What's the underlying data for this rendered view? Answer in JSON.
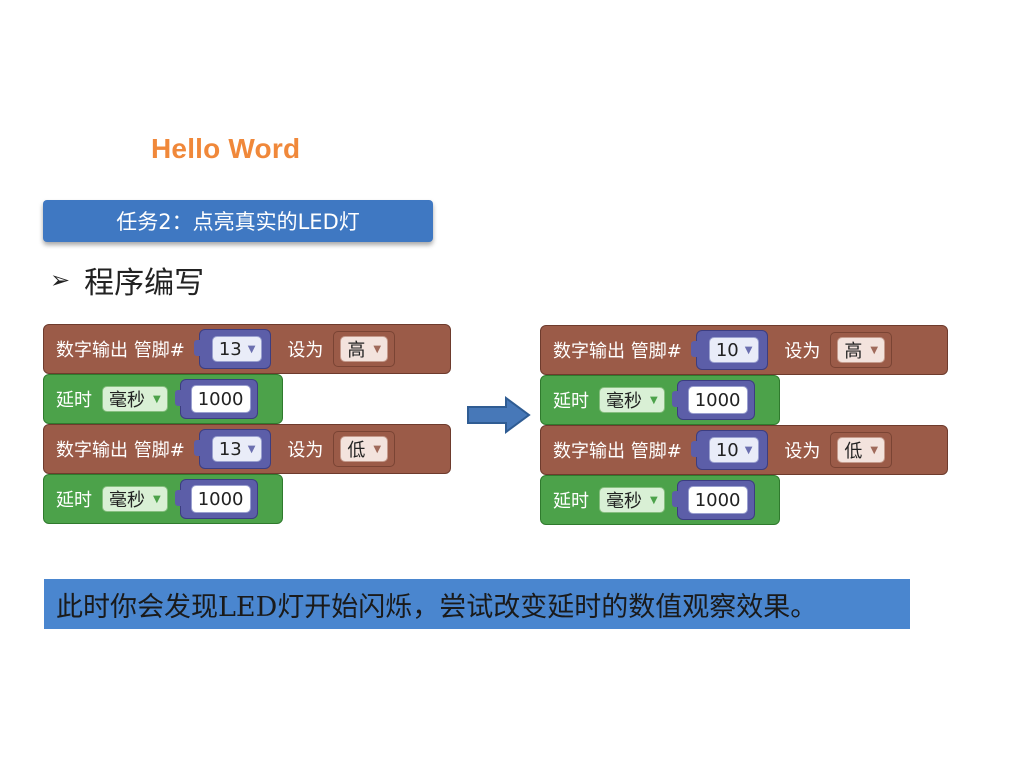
{
  "title": "Hello Word",
  "task_banner": "任务2：点亮真实的LED灯",
  "bullet": {
    "marker": "➢",
    "text": "程序编写"
  },
  "labels": {
    "digital_output": "数字输出 管脚#",
    "set_to": "设为",
    "delay": "延时",
    "unit": "毫秒"
  },
  "left_program": {
    "out1": {
      "pin": "13",
      "level": "高"
    },
    "delay1": {
      "ms": "1000"
    },
    "out2": {
      "pin": "13",
      "level": "低"
    },
    "delay2": {
      "ms": "1000"
    }
  },
  "right_program": {
    "out1": {
      "pin": "10",
      "level": "高"
    },
    "delay1": {
      "ms": "1000"
    },
    "out2": {
      "pin": "10",
      "level": "低"
    },
    "delay2": {
      "ms": "1000"
    }
  },
  "note": "此时你会发现LED灯开始闪烁，尝试改变延时的数值观察效果。",
  "colors": {
    "title": "#f0883a",
    "banner": "#3f78c2",
    "output_block": "#9b5b48",
    "delay_block": "#4ca24a",
    "value_socket": "#5c5ea8",
    "note_bg": "#4a86cf"
  }
}
